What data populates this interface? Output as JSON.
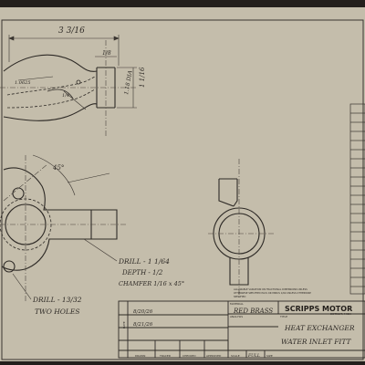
{
  "dimensions": {
    "overall_width": "3 3/16",
    "height_1": "1 1/16",
    "dia_1": "1.18 DIA",
    "left_note": "1.0625",
    "small_1": "1/8",
    "small_2": "1/4",
    "angle": "45°"
  },
  "notes": {
    "drill_1": "DRILL - 1 1/64",
    "depth": "DEPTH - 1/2",
    "chamfer": "CHAMFER 1/16 x 45°",
    "drill_2": "DRILL - 13/32",
    "two_holes": "TWO HOLES"
  },
  "tolerance_note": [
    "ALLOWABLE VARIATION ON FRACTIONAL DIMENSIONS UNLESS",
    "OTHERWISE SPECIFIED PLUS OR MINUS 1/64 UNLESS OTHERWISE",
    "SPECIFIED"
  ],
  "title_block": {
    "material_label": "MATERIAL",
    "material_value": "RED BRASS",
    "analysis_label": "ANALYSIS",
    "title_label": "TITLE",
    "company": "SCRIPPS MOTOR",
    "city": "DETROIT, MICH",
    "title_line1": "HEAT EXCHANGER",
    "title_line2": "WATER INLET FITT",
    "date_label": "DATE",
    "date_1": "8/20/26",
    "date_2": "8/21/26",
    "by_labels": [
      "DRAWN",
      "TRACED",
      "CHECKED",
      "APPROVED"
    ],
    "scale_label": "SCALE",
    "scale_value": "FULL",
    "size_label": "SIZE"
  }
}
